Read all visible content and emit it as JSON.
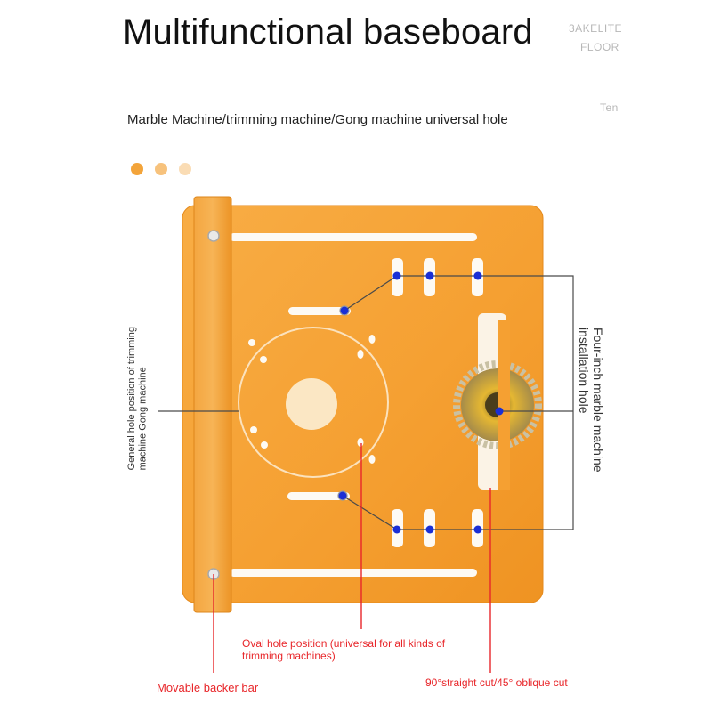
{
  "header": {
    "title": "Multifunctional baseboard",
    "ghost_line1": "3AKELITE",
    "ghost_line2": "FLOOR",
    "ghost_side": "Ten"
  },
  "subtitle": "Marble Machine/trimming machine/Gong machine universal hole",
  "colors": {
    "board": "#f7a336",
    "board_edge": "#ea8d1c",
    "callout_dot": "#1a2fd6",
    "note_red": "#e8262a",
    "dots": [
      "#f3a43a",
      "#f7c27c",
      "#fadcb4"
    ]
  },
  "callouts": {
    "left_vertical": [
      "General hole position of trimming",
      "machine Gong machine"
    ],
    "right_vertical": [
      "Four-inch marble machine",
      "installation hole"
    ],
    "oval_hole": [
      "Oval hole position (universal for all kinds of",
      "trimming machines)"
    ],
    "backer_bar": "Movable backer bar",
    "cut": "90°straight cut/45° oblique cut"
  }
}
